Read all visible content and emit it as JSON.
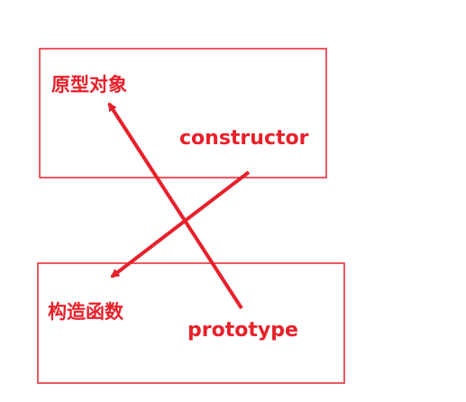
{
  "prototype_box": {
    "title": "原型对象",
    "property": "constructor"
  },
  "constructor_box": {
    "title": "构造函数",
    "property": "prototype"
  },
  "colors": {
    "accent": "#e8202a"
  }
}
